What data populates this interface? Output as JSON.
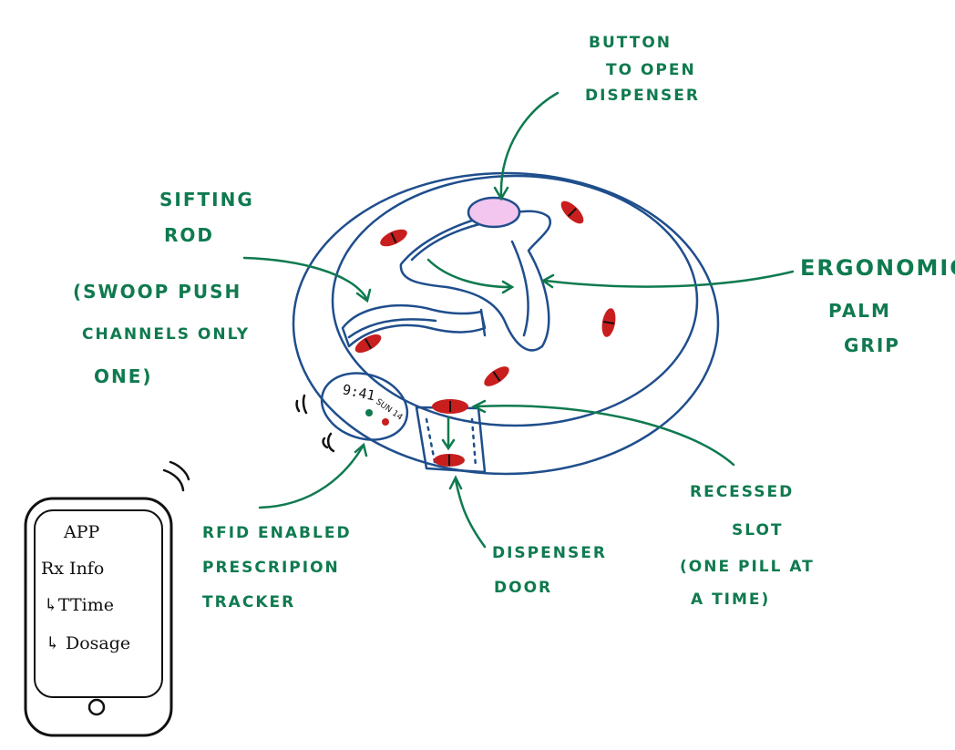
{
  "labels": {
    "button_lines": [
      "BUTTON",
      "TO OPEN",
      "DISPENSER"
    ],
    "sifting_lines": [
      "SIFTING",
      "ROD"
    ],
    "swoop_lines": [
      "(SWOOP PUSH",
      "CHANNELS ONLY",
      "ONE)"
    ],
    "ergonomic_lines": [
      "ERGONOMIC",
      "PALM",
      "GRIP"
    ],
    "recessed_lines": [
      "RECESSED",
      "SLOT",
      "(ONE PILL AT",
      "A TIME)"
    ],
    "dispenser_door_lines": [
      "DISPENSER",
      "DOOR"
    ],
    "rfid_lines": [
      "RFID ENABLED",
      "PRESCRIPION",
      "TRACKER"
    ]
  },
  "display": {
    "time": "9:41",
    "date": "SUN 14"
  },
  "phone": {
    "lines": [
      "APP",
      "Rx Info",
      "↳TTime",
      "↳ Dosage"
    ]
  },
  "colors": {
    "label_green": "#0f7a4f",
    "outline_blue": "#1f4e8c",
    "pill_red": "#c81e1e",
    "button_pink": "#f2c6ef"
  }
}
